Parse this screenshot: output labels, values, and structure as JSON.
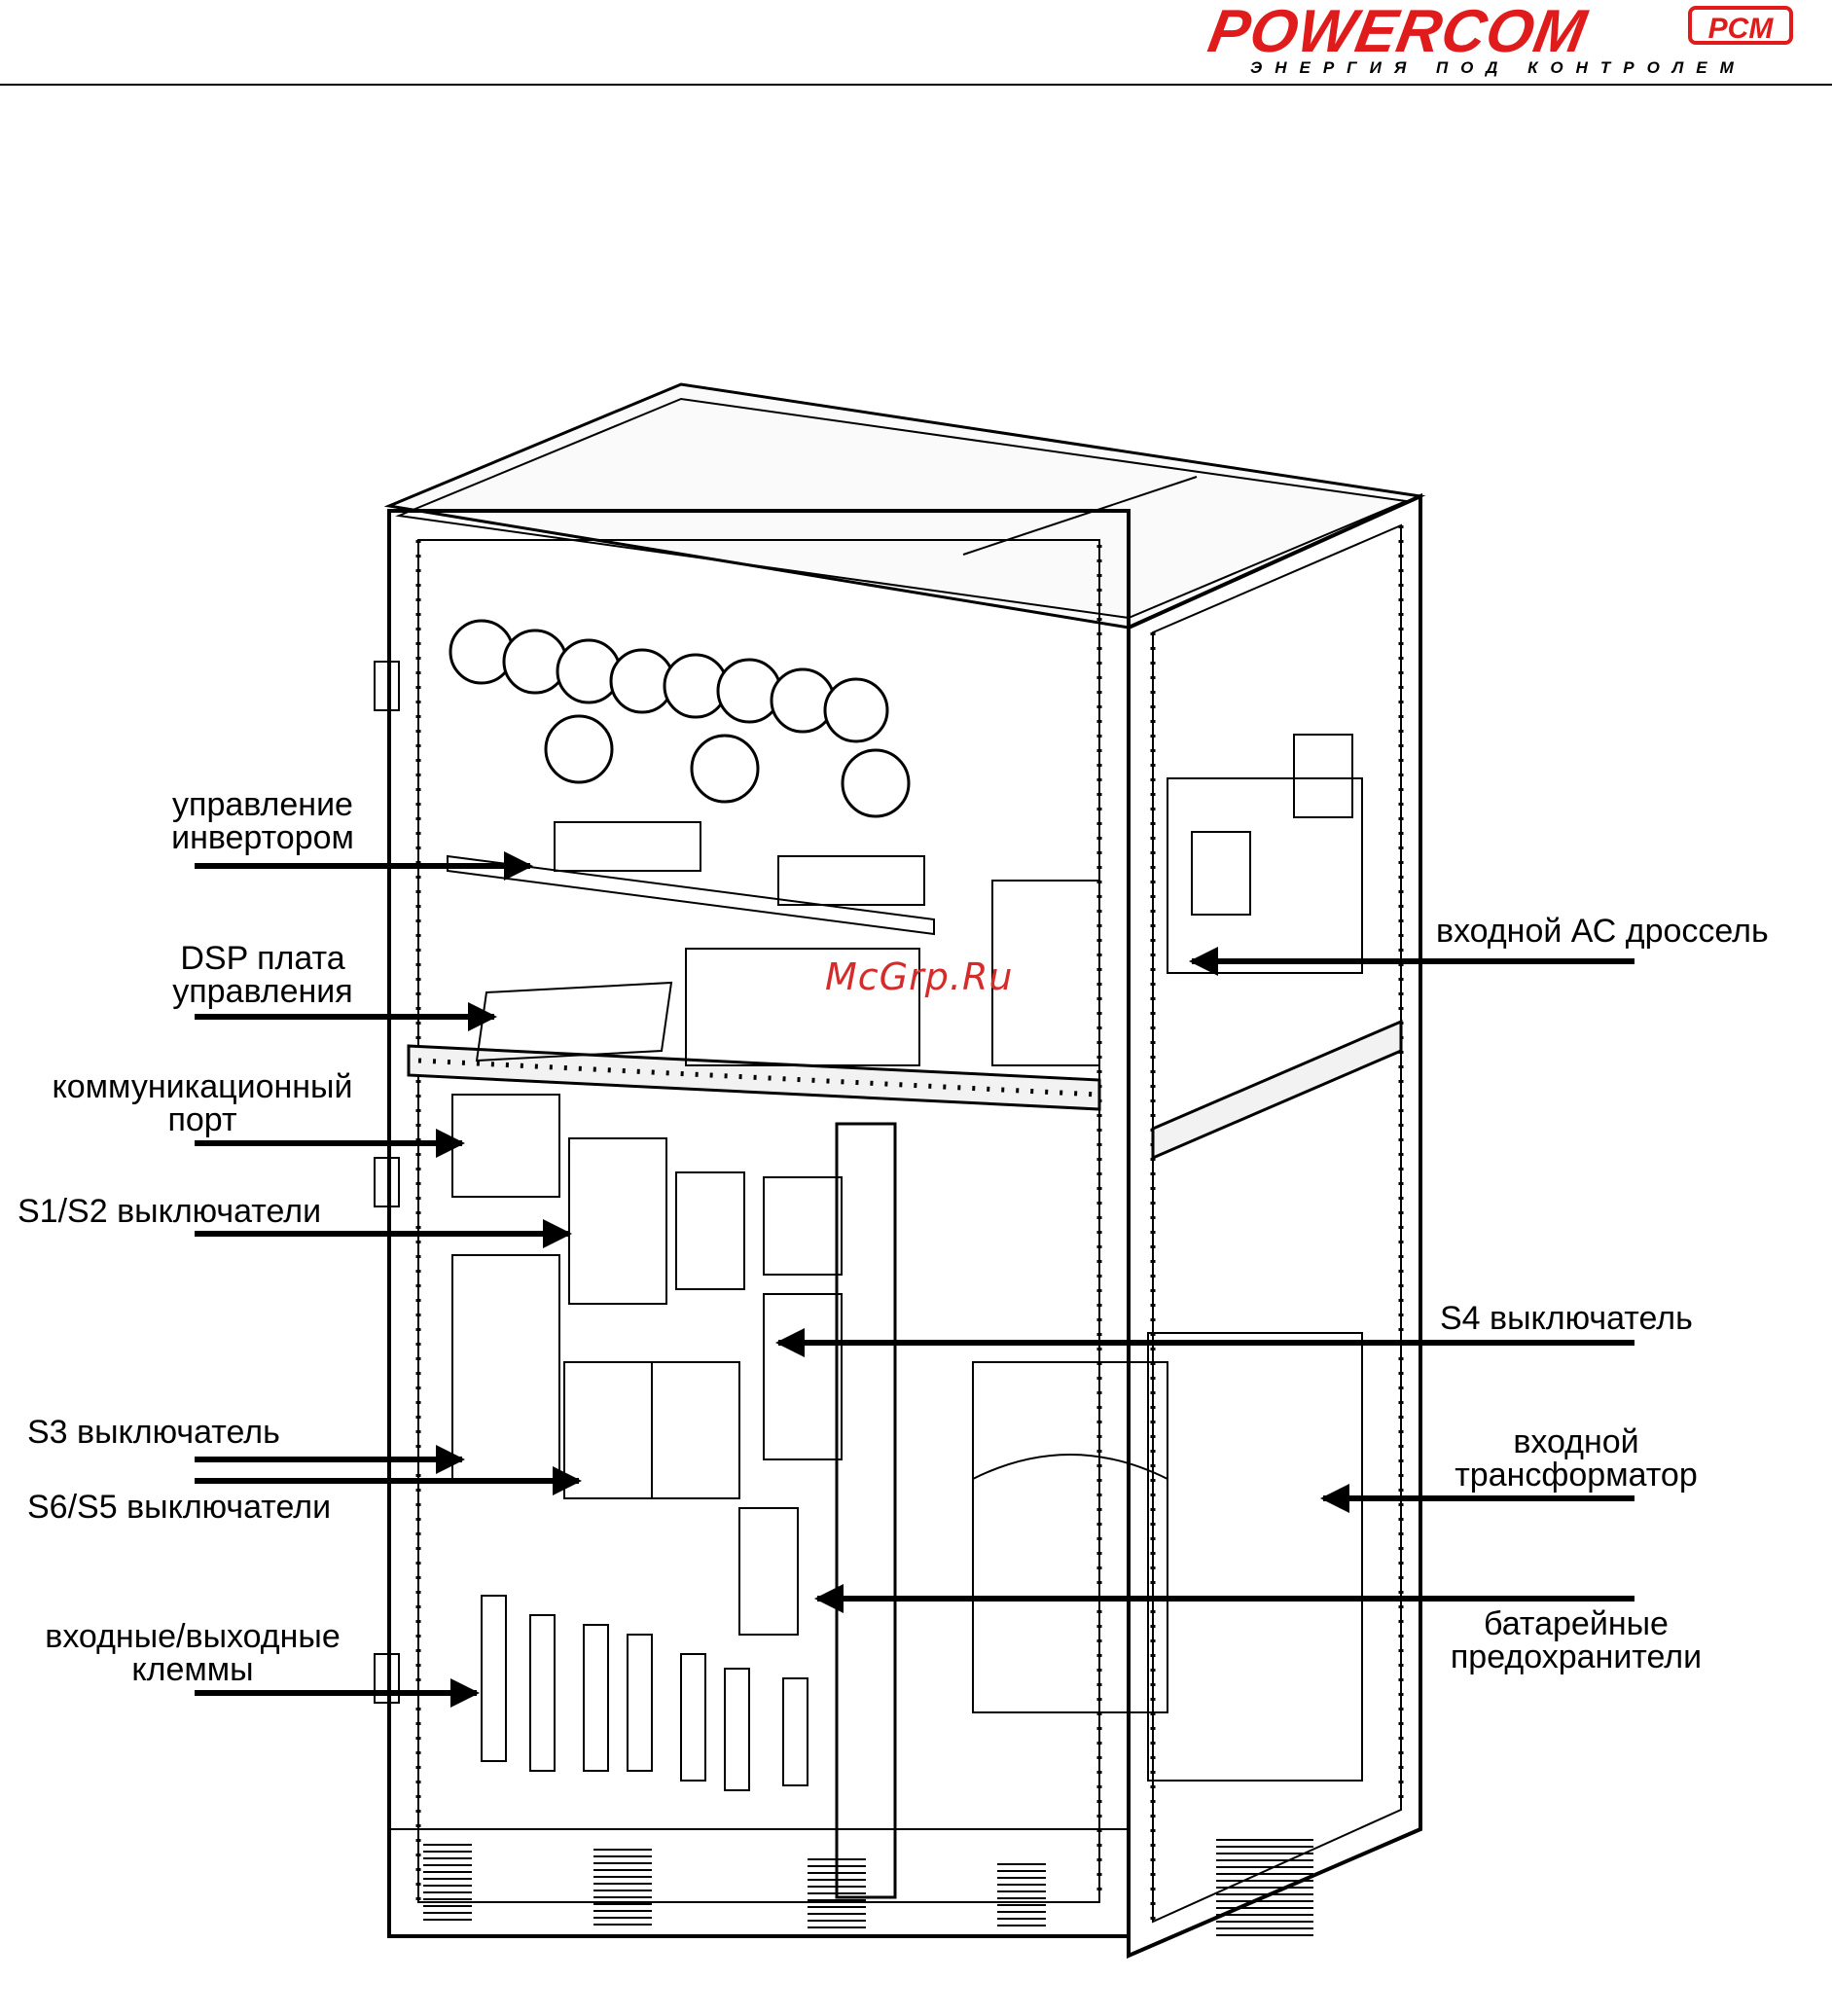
{
  "brand": {
    "name": "POWERCOM",
    "badge": "PCM",
    "tagline": "ЭНЕРГИЯ ПОД КОНТРОЛЕМ",
    "color": "#e01b1b"
  },
  "watermark": "McGrp.Ru",
  "labels": {
    "inverter_control": [
      "управление",
      "инвертором"
    ],
    "dsp_board": [
      "DSP плата",
      "управления"
    ],
    "comm_port": [
      "коммуникационный",
      "порт"
    ],
    "s1s2": "S1/S2 выключатели",
    "s3": "S3 выключатель",
    "s6s5": "S6/S5 выключатели",
    "terminals": [
      "входные/выходные",
      "клеммы"
    ],
    "ac_choke": "входной АС дроссель",
    "s4": "S4 выключатель",
    "transformer": [
      "входной",
      "трансформатор"
    ],
    "battery_fuses": [
      "батарейные",
      "предохранители"
    ]
  }
}
